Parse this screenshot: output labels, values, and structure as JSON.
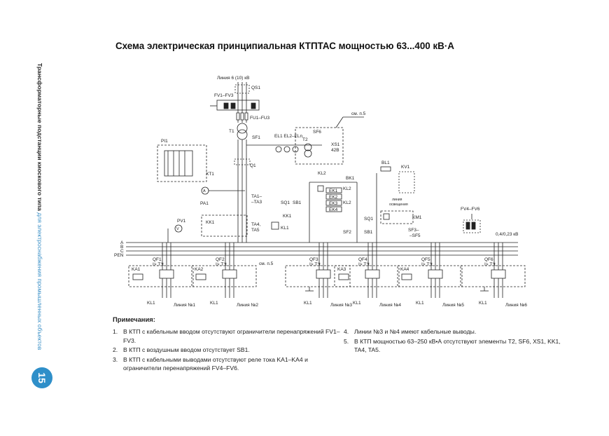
{
  "sidebar": {
    "text_grey": "Трансформаторные подстанции киоскового типа ",
    "text_blue": "для электроснабжения промышленных объектов",
    "page_number": "15"
  },
  "title": "Схема электрическая принципиальная КТПТАС мощностью 63...400 кВ·А",
  "diagram": {
    "labels": {
      "line_in": "Линия 6 (10) кВ",
      "qs1": "QS1",
      "fv": "FV1–FV3",
      "fu": "FU1–FU3",
      "t1": "T1",
      "sf1": "SF1",
      "el": "EL1 EL2–ELn",
      "sf6": "SF6",
      "t2": "T2",
      "xs1": "XS1",
      "v42": "42В",
      "see5a": "см. п.5",
      "pi1": "PI1",
      "xt1": "XT1",
      "q1": "Q1",
      "ta13": "TA1–",
      "ta13b": "–TA3",
      "pa1": "PA1",
      "sq1a": "SQ1",
      "sb1a": "SB1",
      "kk1a": "KK1",
      "kk1b": "KK1",
      "kl1a": "KL1",
      "ta4": "TA4,",
      "ta5": "TA5",
      "pv1": "PV1",
      "kl2": "KL2",
      "bk1": "BK1",
      "kl2b": "KL2",
      "kl2c": "KL2",
      "ek1": "EK1",
      "ek2": "EK2",
      "ek3": "EK3",
      "ek4": "EK4",
      "sq1b": "SQ1",
      "sf2": "SF2",
      "sb1b": "SB1",
      "bl1": "BL1",
      "kv1": "KV1",
      "line_light": "линия",
      "line_light2": "освещения",
      "km1": "KM1",
      "sf35": "SF3–",
      "sf35b": "–SF5",
      "fv46": "FV4–FV6",
      "v04": "0,4/0,23 кВ",
      "bus_a": "A",
      "bus_b": "B",
      "bus_c": "C",
      "bus_pen": "PEN",
      "see5b": "см. п.5",
      "ka": [
        "KA1",
        "KA2",
        "KA3",
        "KA4"
      ],
      "qf": [
        "QF1",
        "QF2",
        "QF3",
        "QF4",
        "QF5",
        "QF6"
      ],
      "qf_sub": "I>,T°t",
      "kl1": "KL1",
      "lines": [
        "Линия №1",
        "Линия №2",
        "Линия №3",
        "Линия №4",
        "Линия №5",
        "Линия №6"
      ]
    }
  },
  "notes": {
    "title": "Примечания:",
    "left": [
      {
        "n": "1.",
        "t": "В КТП с кабельным вводом отсутствуют ограничители перенапряжений FV1–FV3."
      },
      {
        "n": "2.",
        "t": "В КТП с воздушным вводом отсутствует SB1."
      },
      {
        "n": "3.",
        "t": "В КТП с кабельными выводами отсутствуют реле тока KA1–KA4 и ограничители перенапряжений FV4–FV6."
      }
    ],
    "right": [
      {
        "n": "4.",
        "t": "Линии №3 и №4 имеют кабельные выводы."
      },
      {
        "n": "5.",
        "t": "В КТП мощностью 63–250 кВ•А отсутствуют элементы T2, SF6, XS1, KK1, TA4, TA5."
      }
    ]
  }
}
